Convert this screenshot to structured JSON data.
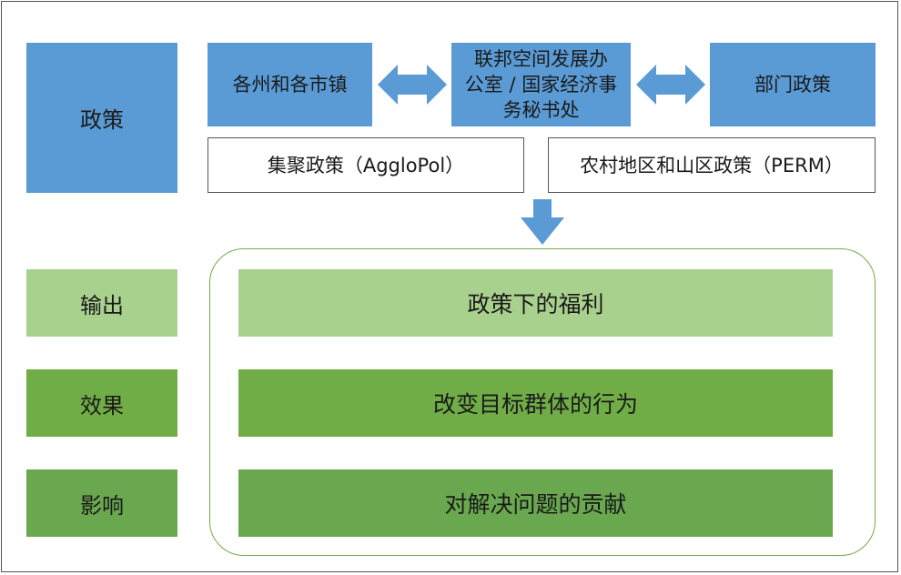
{
  "colors": {
    "policy_blue": "#5b9bd5",
    "output_green": "#a9d18e",
    "effect_green": "#70ad47",
    "impact_green": "#6aa84f",
    "frame_green": "#70ad47"
  },
  "levels": {
    "policy": "政策",
    "output": "输出",
    "effect": "效果",
    "impact": "影响"
  },
  "policy_actors": {
    "cantons": "各州和各市镇",
    "secretariat_lines": [
      "联邦空间发展办",
      "公室 / 国家经济事",
      "务秘书处"
    ],
    "sectoral": "部门政策"
  },
  "programs": {
    "agglo": "集聚政策（AggloPol）",
    "rural": "农村地区和山区政策（PERM）"
  },
  "results": {
    "output": "政策下的福利",
    "effect": "改变目标群体的行为",
    "impact": "对解决问题的贡献"
  }
}
